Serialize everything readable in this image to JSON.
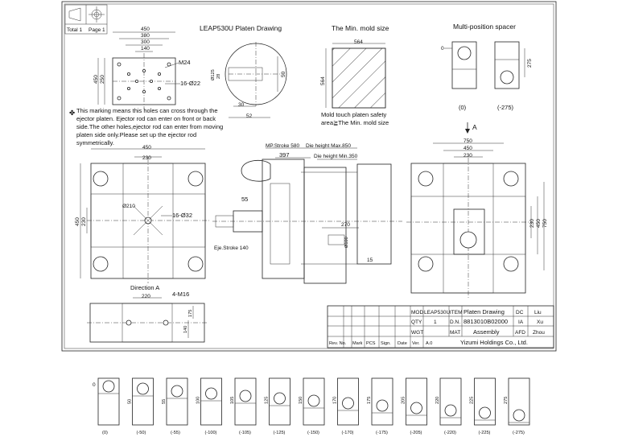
{
  "corner": {
    "total": "Total 1",
    "page": "Page 1"
  },
  "titles": {
    "main": "LEAP530U Platen Drawing",
    "min_mold": "The Min. mold size",
    "spacer": "Multi-position spacer"
  },
  "platen_top": {
    "d450": "450",
    "d380": "380",
    "d300": "300",
    "d140": "140",
    "d250": "250",
    "d450v": "450",
    "m24": "M24",
    "d22": "16-Ø22"
  },
  "ejector_detail": {
    "d50": "50",
    "d30": "30",
    "d52": "52",
    "dia": "Ø125",
    "d28": "28"
  },
  "min_mold": {
    "w": "564",
    "h": "564",
    "note1": "Mold touch  platen safety",
    "note2": "area≧The Min. mold size"
  },
  "spacer_top": {
    "zero": "0",
    "d275": "275",
    "lbl0": "(0)",
    "lbl275": "(-275)"
  },
  "note_lines": [
    "This marking means this holes can cross through the",
    "ejector platen. Ejector rod can enter on front or back",
    "side.The other holes,ejector rod can enter from moving",
    "platen side only.Please set up the ejector rod",
    "symmetrically."
  ],
  "arrow_a": "A",
  "left_platen": {
    "d450": "450",
    "d230": "230",
    "d450v": "450",
    "d230v": "230",
    "d210": "Ø210",
    "d32": "16-Ø32"
  },
  "side_view": {
    "mp": "MP.Stroke 580",
    "dhmax": "Die height Max.850",
    "d397": "397",
    "dhmin": "Die height Min.350",
    "d55": "55",
    "d270": "270",
    "d15": "15",
    "d100": "Ø100",
    "eje": "Eje.Stroke 140"
  },
  "right_platen": {
    "d750": "750",
    "d450": "450",
    "d230": "230",
    "d230v": "230",
    "d450v": "450",
    "d750v": "750"
  },
  "direction": {
    "label": "Direction A",
    "d220": "220",
    "m16": "4-M16",
    "d175": "175",
    "d140": "140"
  },
  "title_block": {
    "mod_label": "MOD",
    "mod_value": "LEAP530U",
    "item_label": "ITEM",
    "item_value": "Platen Drawing",
    "dc_label": "DC",
    "dc_value": "Liu",
    "qty_label": "QTY",
    "qty_value": "1",
    "dn_label": "D.N.",
    "dn_value": "8813010B02000",
    "ia_label": "IA",
    "ia_value": "Xu",
    "wgt_label": "WGT",
    "mat_label": "MAT",
    "mat_value": "Assembly",
    "afd_label": "AFD",
    "afd_value": "Zhou",
    "rev_cols": [
      "Rev. No.",
      "Mark",
      "PCS",
      "Sign.",
      "Date",
      "Ver.",
      "A.0"
    ],
    "company": "Yizumi Holdings Co., Ltd."
  },
  "spacer_strip": {
    "zero": "0",
    "items": [
      {
        "dim": "",
        "label": "(0)"
      },
      {
        "dim": "50",
        "label": "(-50)"
      },
      {
        "dim": "55",
        "label": "(-55)"
      },
      {
        "dim": "100",
        "label": "(-100)"
      },
      {
        "dim": "105",
        "label": "(-105)"
      },
      {
        "dim": "125",
        "label": "(-125)"
      },
      {
        "dim": "150",
        "label": "(-150)"
      },
      {
        "dim": "170",
        "label": "(-170)"
      },
      {
        "dim": "175",
        "label": "(-175)"
      },
      {
        "dim": "205",
        "label": "(-205)"
      },
      {
        "dim": "220",
        "label": "(-220)"
      },
      {
        "dim": "225",
        "label": "(-225)"
      },
      {
        "dim": "275",
        "label": "(-275)"
      }
    ]
  }
}
